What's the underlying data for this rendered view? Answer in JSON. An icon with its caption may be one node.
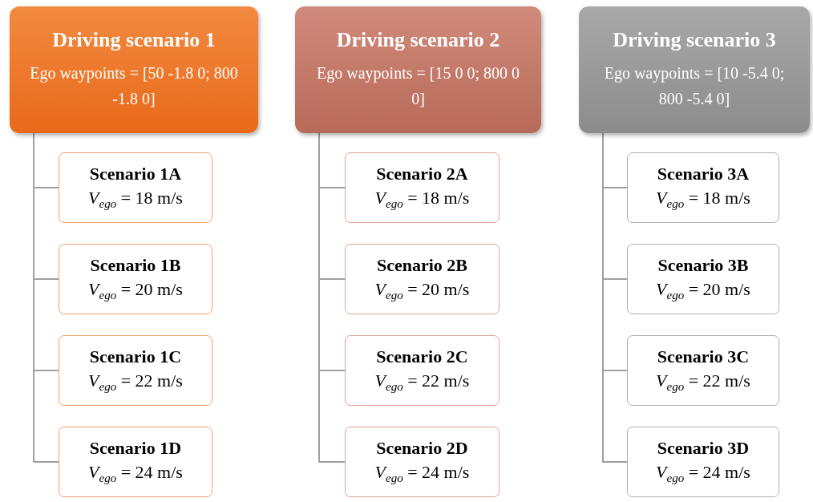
{
  "diagram": {
    "nodes": [
      {
        "text": [
          "Driving scenario 1",
          "Ego waypoints = [50 -1.8 0; 800 -1.8 0]"
        ]
      },
      {
        "text": [
          "Scenario 1A",
          "*V*$_{ego}$ = 18 m/s"
        ]
      },
      {
        "text": [
          "Scenario 1B",
          "*V*$_{ego}$ = 20 m/s"
        ]
      },
      {
        "text": [
          "Scenario 1C",
          "*V*$_{ego}$ = 22 m/s"
        ]
      },
      {
        "text": [
          "Scenario 1D",
          "*V*$_{ego}$ = 24 m/s"
        ]
      },
      {
        "text": [
          "Driving scenario 2",
          "Ego waypoints = [15 0 0; 800 0 0]"
        ]
      },
      {
        "text": [
          "Scenario 2A",
          "*V*$_{ego}$ = 18 m/s"
        ]
      },
      {
        "text": [
          "Scenario 2B",
          "*V*$_{ego}$ = 20 m/s"
        ]
      },
      {
        "text": [
          "Scenario 2C",
          "*V*$_{ego}$ = 22 m/s"
        ]
      },
      {
        "text": [
          "Scenario 2D",
          "*V*$_{ego}$ = 24 m/s"
        ]
      },
      {
        "text": [
          "Driving scenario 3",
          "Ego waypoints = [10 -5.4 0; 800 -5.4 0]"
        ]
      },
      {
        "text": [
          "Scenario 3A",
          "*V*$_{ego}$ = 18 m/s"
        ]
      },
      {
        "text": [
          "Scenario 3B",
          "*V*$_{ego}$ = 20 m/s"
        ]
      },
      {
        "text": [
          "Scenario 3C",
          "*V*$_{ego}$ = 22 m/s"
        ]
      },
      {
        "text": [
          "Scenario 3D",
          "*V*$_{ego}$ = 24 m/s"
        ]
      }
    ],
    "edges": [
      {
        "from": 0,
        "to": 1,
        "arrow": "none"
      },
      {
        "from": 0,
        "to": 2,
        "arrow": "none"
      },
      {
        "from": 0,
        "to": 3,
        "arrow": "none"
      },
      {
        "from": 0,
        "to": 4,
        "arrow": "none"
      },
      {
        "from": 5,
        "to": 6,
        "arrow": "none"
      },
      {
        "from": 5,
        "to": 7,
        "arrow": "none"
      },
      {
        "from": 5,
        "to": 8,
        "arrow": "none"
      },
      {
        "from": 5,
        "to": 9,
        "arrow": "none"
      },
      {
        "from": 10,
        "to": 11,
        "arrow": "none"
      },
      {
        "from": 10,
        "to": 12,
        "arrow": "none"
      },
      {
        "from": 10,
        "to": 13,
        "arrow": "none"
      },
      {
        "from": 10,
        "to": 14,
        "arrow": "none"
      }
    ]
  }
}
